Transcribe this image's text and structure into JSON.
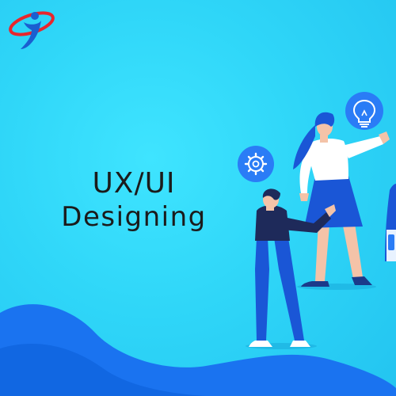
{
  "headline": {
    "line1": "UX/UI",
    "line2": "Designing"
  },
  "icons": {
    "logo": "brand-logo",
    "settings": "gear-icon",
    "idea": "lightbulb-icon"
  },
  "colors": {
    "background": "#2fd6f8",
    "wave": "#1a73f0",
    "wave_dark": "#0c5fd9",
    "badge": "#2a7cf6",
    "text": "#1b1b1b",
    "logo_red": "#e8262c",
    "logo_blue": "#1a5fd0"
  }
}
